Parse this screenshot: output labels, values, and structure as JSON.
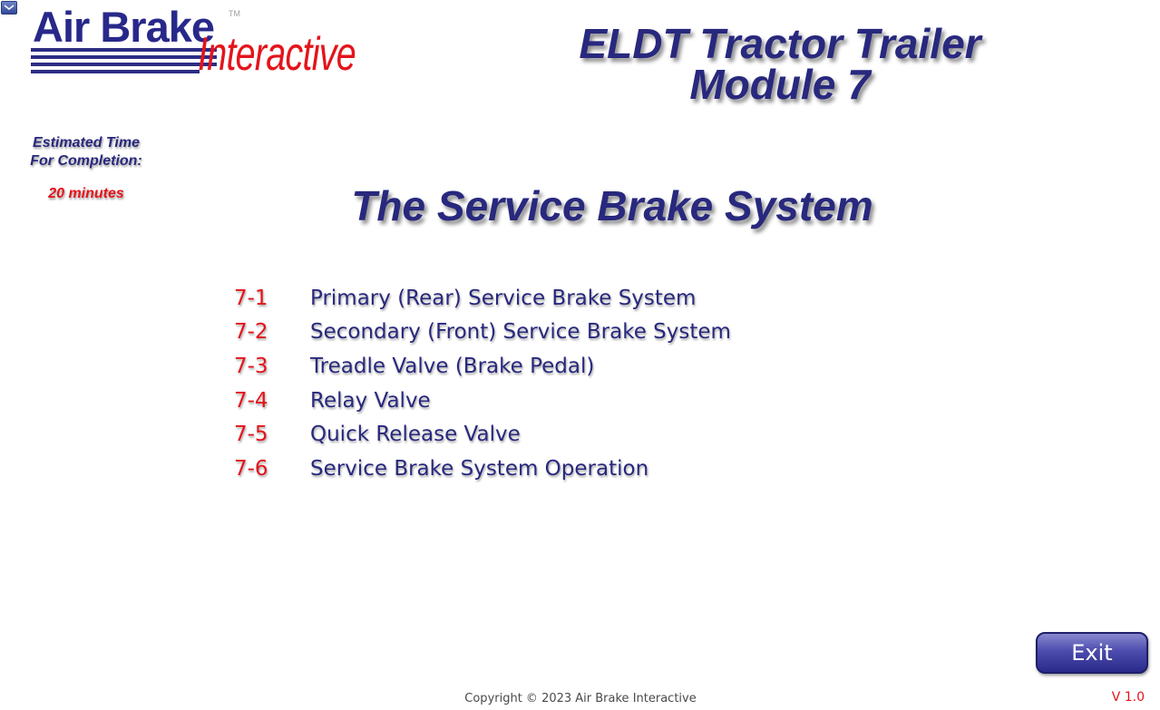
{
  "logo": {
    "main": "Air Brake",
    "sub": "Interactive",
    "tm": "TM"
  },
  "header": {
    "title_line1": "ELDT Tractor Trailer",
    "title_line2": "Module 7"
  },
  "estimated": {
    "label_line1": "Estimated Time",
    "label_line2": "For Completion:",
    "value": "20 minutes"
  },
  "main": {
    "title": "The Service Brake System"
  },
  "lessons": [
    {
      "num": "7-1",
      "title": "Primary (Rear) Service Brake System"
    },
    {
      "num": "7-2",
      "title": "Secondary (Front) Service Brake System"
    },
    {
      "num": "7-3",
      "title": "Treadle Valve (Brake Pedal)"
    },
    {
      "num": "7-4",
      "title": "Relay Valve"
    },
    {
      "num": "7-5",
      "title": "Quick Release Valve"
    },
    {
      "num": "7-6",
      "title": "Service Brake System Operation"
    }
  ],
  "exit_label": "Exit",
  "footer": {
    "copyright": "Copyright © 2023 Air Brake Interactive",
    "version": "V 1.0"
  },
  "colors": {
    "navy": "#28287e",
    "red": "#e4141b"
  },
  "icons": {
    "corner": "app-menu-icon"
  }
}
